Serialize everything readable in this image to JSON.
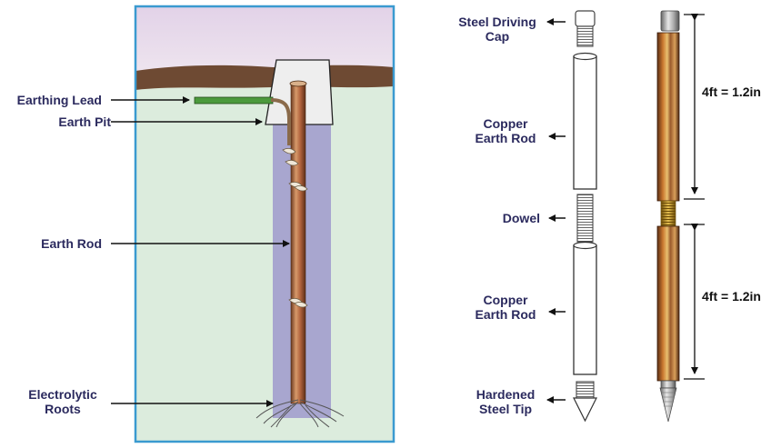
{
  "labels": {
    "earthing_lead": "Earthing Lead",
    "earth_pit": "Earth Pit",
    "earth_rod": "Earth Rod",
    "electrolytic_roots": [
      "Electrolytic",
      "Roots"
    ],
    "steel_driving_cap": [
      "Steel Driving",
      "Cap"
    ],
    "copper_earth_rod_upper": [
      "Copper",
      "Earth Rod"
    ],
    "dowel": "Dowel",
    "copper_earth_rod_lower": [
      "Copper",
      "Earth Rod"
    ],
    "hardened_steel_tip": [
      "Hardened",
      "Steel Tip"
    ]
  },
  "dimensions": {
    "upper_section": "4ft = 1.2in",
    "lower_section": "4ft = 1.2in"
  },
  "colors": {
    "label_text": "#2b2a5e",
    "frame_border": "#3a9ad0",
    "sky": "#e6d8ea",
    "soil": "#dcecdd",
    "topsoil": "#6e4a33",
    "copper": "#b0623c",
    "lead_wire": "#4b9a3c",
    "trench": "#a8a6cf"
  }
}
